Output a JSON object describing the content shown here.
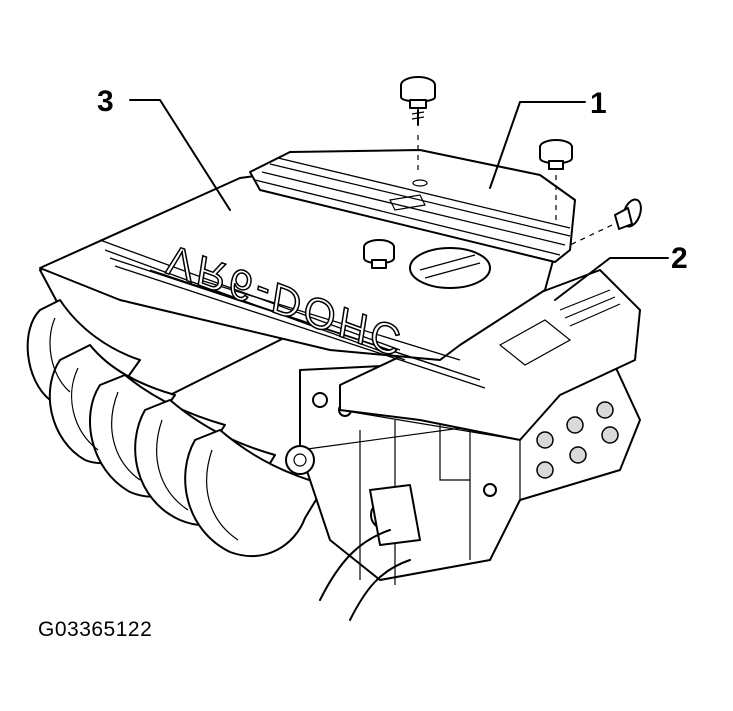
{
  "figure_id": "G03365122",
  "callouts": [
    {
      "id": "callout-1",
      "label": "1"
    },
    {
      "id": "callout-2",
      "label": "2"
    },
    {
      "id": "callout-3",
      "label": "3"
    }
  ],
  "embossed_text": "VR6-DOHC"
}
